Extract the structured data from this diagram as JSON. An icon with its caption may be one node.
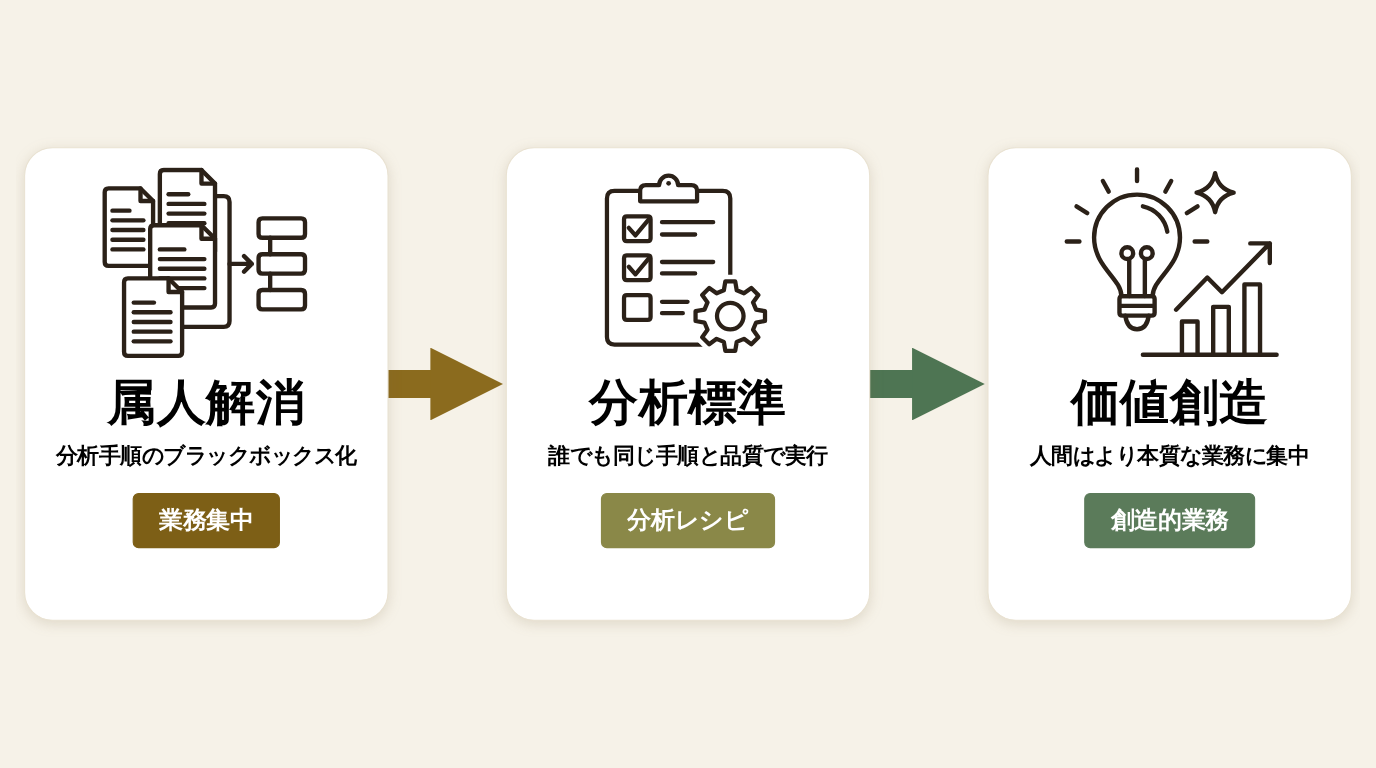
{
  "diagram": {
    "nodes": [
      {
        "text": [
          "属人解消",
          "分析手順のブラックボックス化"
        ]
      },
      {
        "text": [
          "業務集中"
        ],
        "in": 0
      },
      {
        "text": [
          "分析標準",
          "誰でも同じ手順と品質で実行"
        ]
      },
      {
        "text": [
          "分析レシピ"
        ],
        "in": 2
      },
      {
        "text": [
          "価値創造",
          "人間はより本質な業務に集中"
        ]
      },
      {
        "text": [
          "創造的業務"
        ],
        "in": 4
      }
    ],
    "edges": [
      {
        "from": 0,
        "to": 2,
        "arrow": "to",
        "color": "#8b6b1e"
      },
      {
        "from": 2,
        "to": 4,
        "arrow": "to",
        "color": "#4e7553"
      }
    ]
  }
}
